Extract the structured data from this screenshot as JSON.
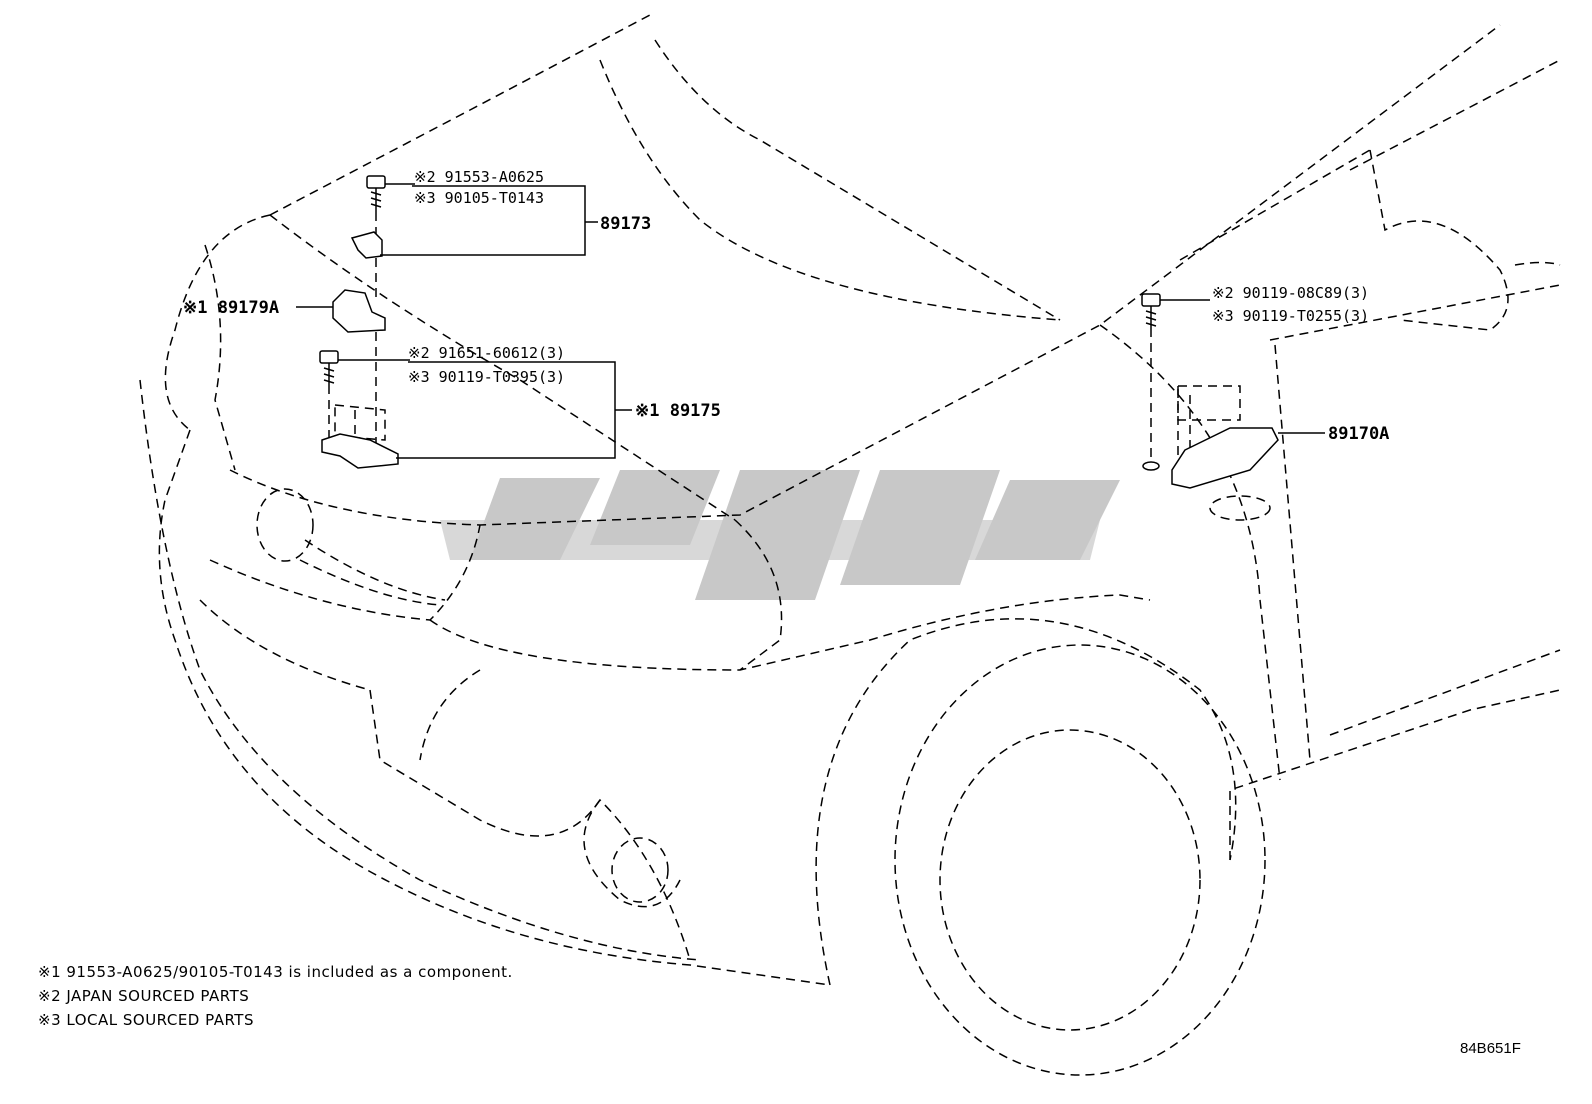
{
  "callouts": {
    "upper_bolt_jp": "※2 91553-A0625",
    "upper_bolt_local": "※3 90105-T0143",
    "bracket_89173": "89173",
    "bracket_89179a": "※1 89179A",
    "lower_bolt_jp": "※2 91651-60612(3)",
    "lower_bolt_local": "※3 90119-T0395(3)",
    "sensor_89175": "※1 89175",
    "side_bolt_jp": "※2 90119-08C89(3)",
    "side_bolt_local": "※3 90119-T0255(3)",
    "sensor_89170a": "89170A"
  },
  "notes": {
    "note1": "※1 91553-A0625/90105-T0143 is included as a component.",
    "note2": "※2 JAPAN SOURCED PARTS",
    "note3": "※3 LOCAL SOURCED PARTS"
  },
  "doc_id": "84B651F",
  "colors": {
    "line": "#000000",
    "watermark": "#c8c8c8",
    "background": "#ffffff"
  }
}
